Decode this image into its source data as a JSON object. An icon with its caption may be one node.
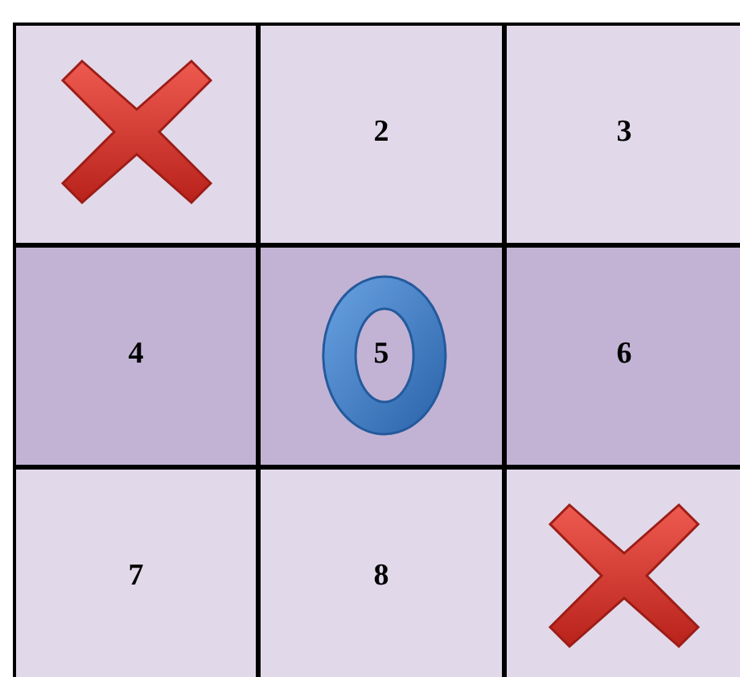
{
  "diagram": {
    "labels": [
      "2",
      "3",
      "4",
      "5",
      "6",
      "7",
      "8"
    ]
  }
}
